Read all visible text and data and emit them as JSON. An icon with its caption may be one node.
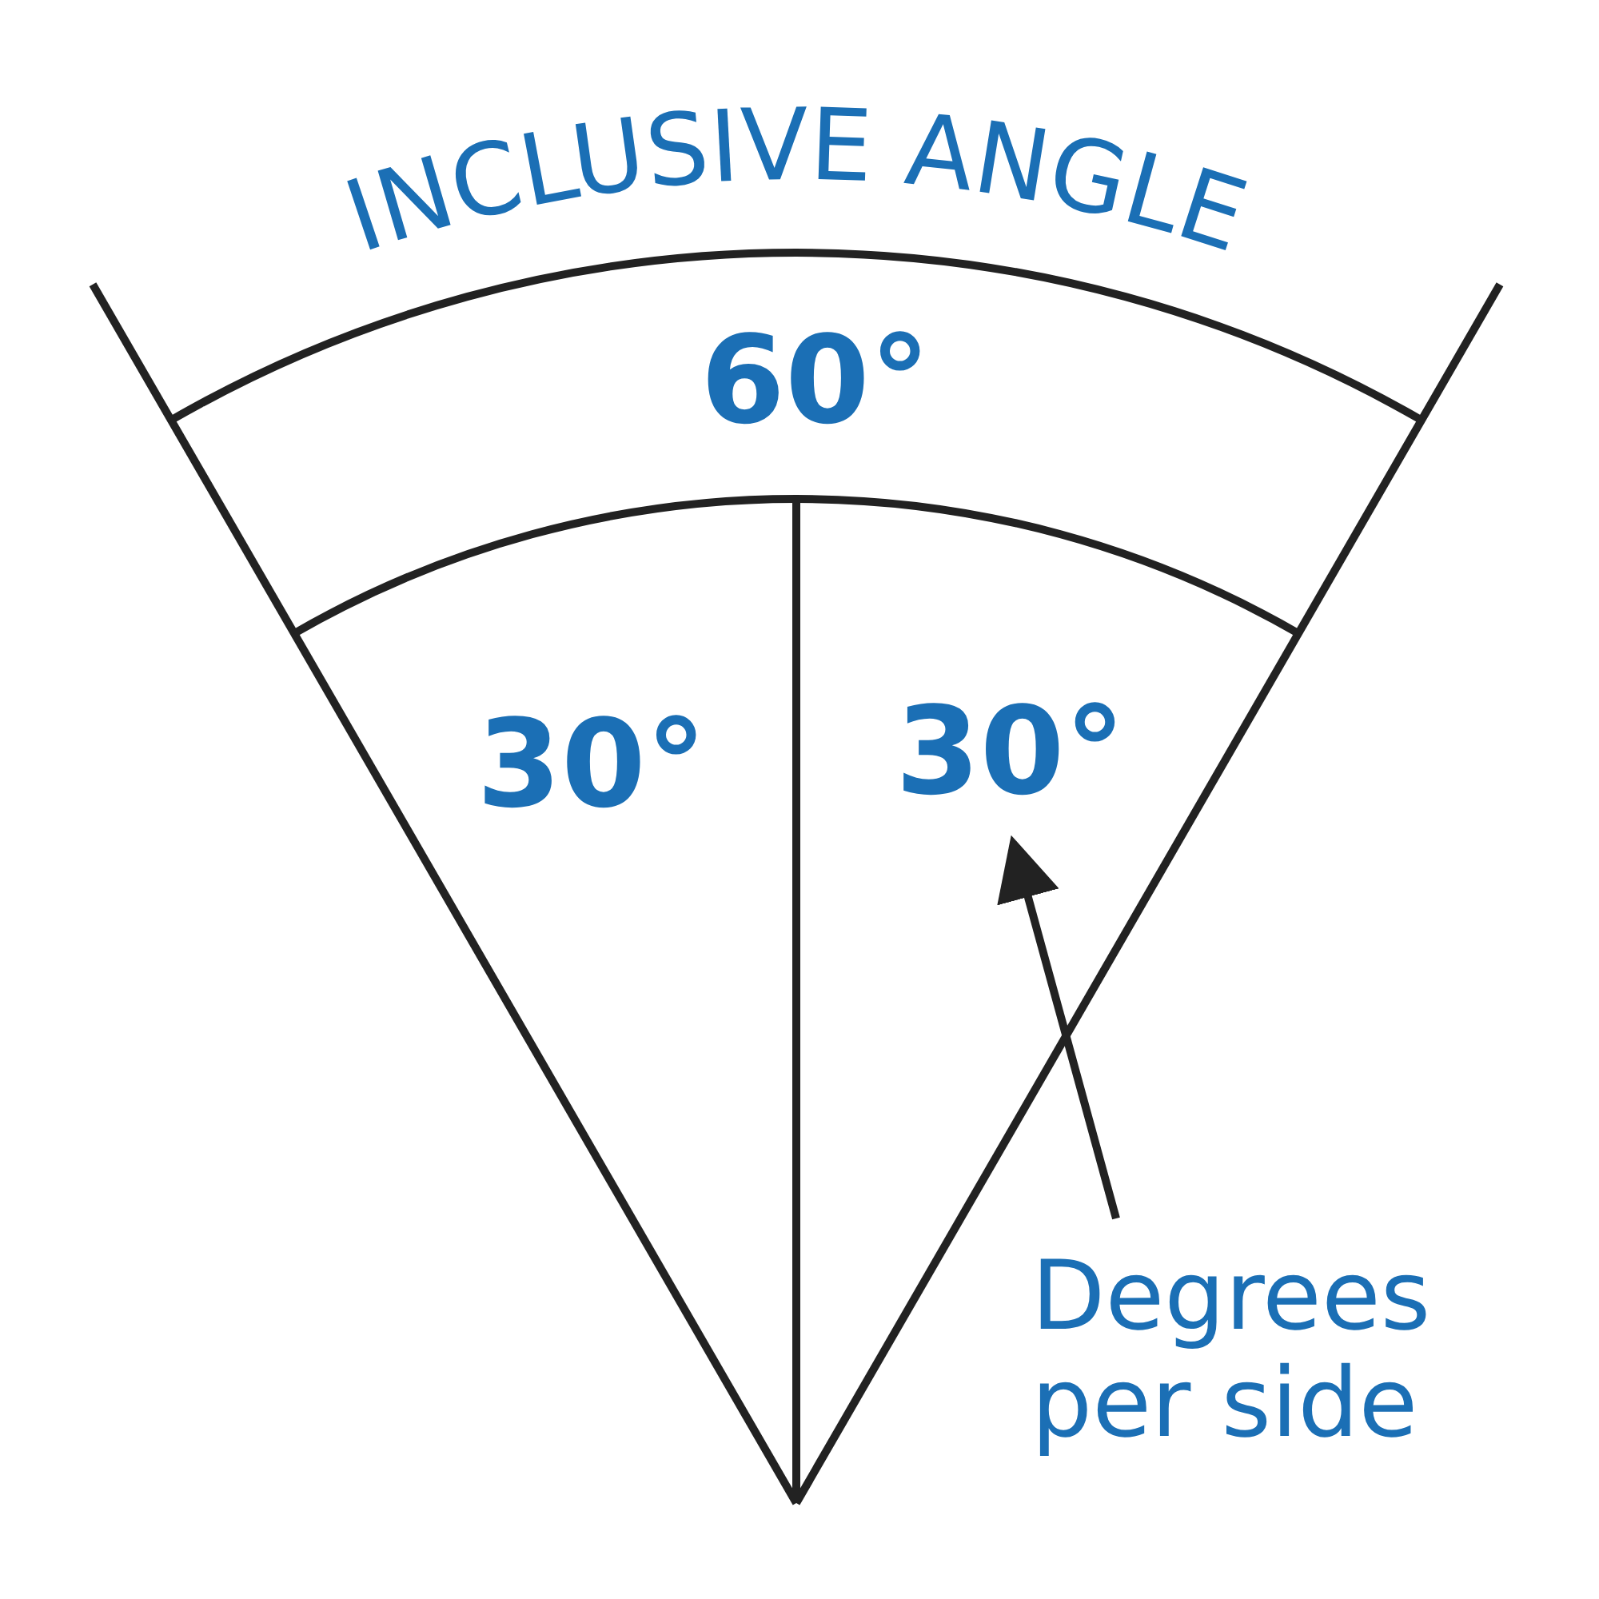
{
  "diagram": {
    "nodes": [
      {
        "text": [
          "30°"
        ]
      },
      {
        "text": [
          "Degrees per side"
        ]
      }
    ],
    "edges": [
      {
        "from": 1,
        "to": 0,
        "arrow": "to"
      }
    ],
    "labels": [
      "INCLUSIVE ANGLE",
      "60°",
      "30°"
    ]
  }
}
